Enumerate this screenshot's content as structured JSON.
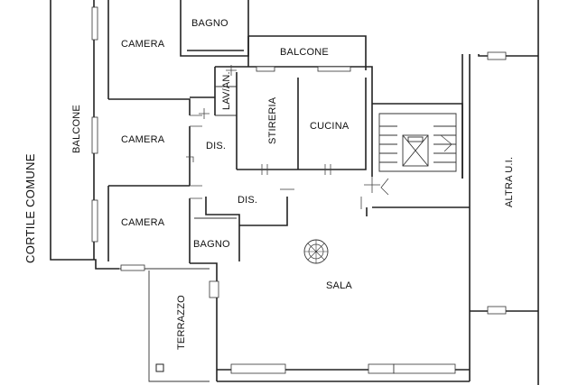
{
  "rooms": {
    "camera_top": "CAMERA",
    "camera_mid": "CAMERA",
    "camera_bottom": "CAMERA",
    "bagno_top": "BAGNO",
    "bagno_bottom": "BAGNO",
    "balcone_top": "BALCONE",
    "balcone_left": "BALCONE",
    "lavanderia": "LAV/AN.",
    "stireria": "STIRERIA",
    "cucina": "CUCINA",
    "dis_upper": "DIS.",
    "dis_lower": "DIS.",
    "sala": "SALA",
    "terrazzo": "TERRAZZO",
    "cortile_comune": "CORTILE COMUNE",
    "altra_ui": "ALTRA U.I."
  }
}
